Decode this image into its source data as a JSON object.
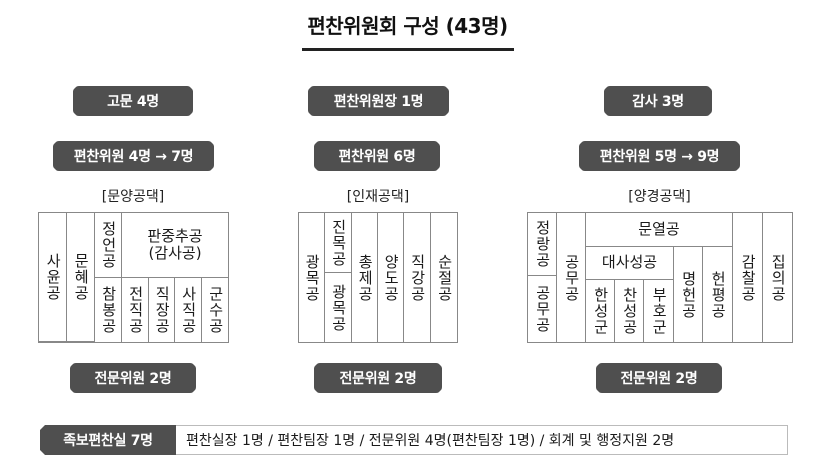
{
  "title": "편찬위원회 구성 (43명)",
  "columns": {
    "left": {
      "top_role": "고문 4명",
      "members": "편찬위원 4명 → 7명",
      "group": "[문양공댁]",
      "cells": {
        "c1": "사윤공",
        "c2": "문혜공",
        "c3_top": "정언공",
        "c3_bottom": "참봉공",
        "span_header": "판중추공\n(감사공)",
        "c4": "전직공",
        "c5": "직장공",
        "c6": "사직공",
        "c7": "군수공"
      },
      "experts": "전문위원 2명"
    },
    "middle": {
      "top_role": "편찬위원장 1명",
      "members": "편찬위원 6명",
      "group": "[인재공댁]",
      "cells": {
        "c1": "광목공",
        "c2_top": "진목공",
        "c2_bottom": "광목공",
        "c3": "총제공",
        "c4": "양도공",
        "c5": "직강공",
        "c6": "순절공"
      },
      "experts": "전문위원 2명"
    },
    "right": {
      "top_role": "감사 3명",
      "members": "편찬위원 5명 → 9명",
      "group": "[양경공댁]",
      "cells": {
        "c1_top": "정랑공",
        "c1_bottom": "공무공",
        "c2": "공무공",
        "span_header": "문열공",
        "sub_header": "대사성공",
        "c3": "한성군",
        "c4": "찬성공",
        "c5": "부호군",
        "c6": "명헌공",
        "c7": "헌평공",
        "c8": "감찰공",
        "c9": "집의공"
      },
      "experts": "전문위원 2명"
    }
  },
  "bottom": {
    "label": "족보편찬실 7명",
    "text": "편찬실장 1명 /  편찬팀장 1명 / 전문위원 4명(편찬팀장 1명) / 회계 및 행정지원 2명"
  },
  "colors": {
    "pill_bg": "#4f4f4f",
    "pill_text": "#ffffff",
    "border": "#888888"
  }
}
